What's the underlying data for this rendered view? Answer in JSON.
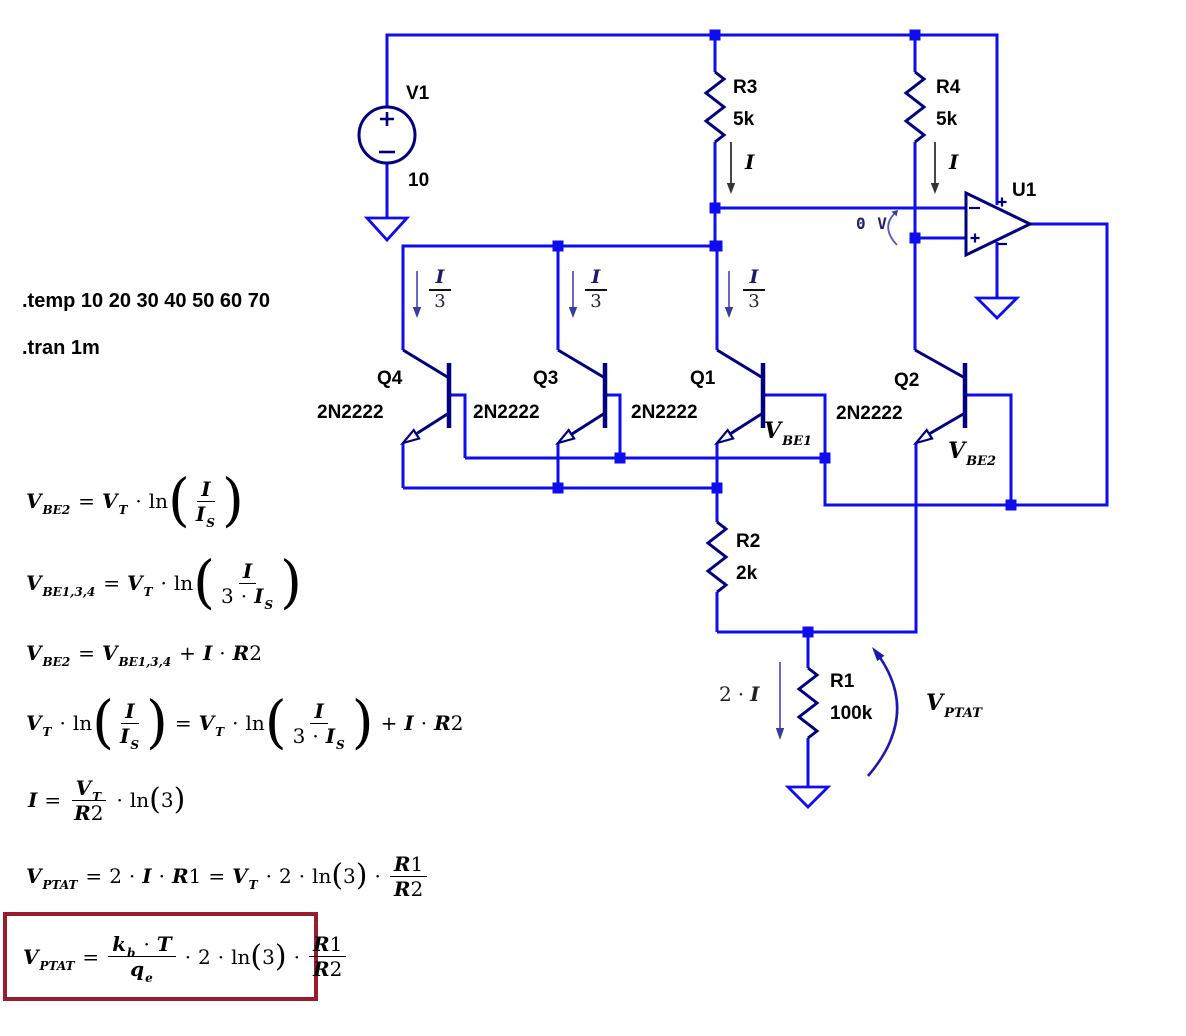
{
  "title": "PTAT reference schematic with derivation",
  "colors": {
    "wire_blue": "#0d0df0",
    "component_navy": "#000080",
    "annotation_slate": "#5858c0",
    "text_black": "#000000",
    "highlight_box_red": "#9b1b2e"
  },
  "directives": {
    "temp": ".temp 10 20 30 40 50 60 70",
    "tran": ".tran 1m"
  },
  "components": {
    "v1": {
      "name": "V1",
      "value": "10"
    },
    "r3": {
      "name": "R3",
      "value": "5k"
    },
    "r4": {
      "name": "R4",
      "value": "5k"
    },
    "r2": {
      "name": "R2",
      "value": "2k"
    },
    "r1": {
      "name": "R1",
      "value": "100k"
    },
    "u1": {
      "name": "U1"
    },
    "q4": {
      "name": "Q4",
      "model": "2N2222"
    },
    "q3": {
      "name": "Q3",
      "model": "2N2222"
    },
    "q1": {
      "name": "Q1",
      "model": "2N2222"
    },
    "q2": {
      "name": "Q2",
      "model": "2N2222"
    }
  },
  "annotations": {
    "i_r3": "I",
    "i_r4": "I",
    "i3_num": "I",
    "i3_den": "3",
    "vbe1": {
      "base": "V",
      "sub": "BE1"
    },
    "vbe2": {
      "base": "V",
      "sub": "BE2"
    },
    "two_i": {
      "coef": "2",
      "dot": "·",
      "var": "I"
    },
    "vptat": {
      "base": "V",
      "sub": "PTAT"
    },
    "zero_v": "0 V"
  },
  "equations": [
    {
      "name": "vbe2-definition",
      "tokens": [
        {
          "v": "V",
          "s": "BE2"
        },
        {
          "o": "="
        },
        {
          "v": "V",
          "s": "T"
        },
        {
          "o": "·"
        },
        {
          "r": "ln"
        },
        {
          "p": {
            "size": "tall",
            "g": [
              {
                "f": {
                  "n": [
                    {
                      "v": "I"
                    }
                  ],
                  "d": [
                    {
                      "v": "I",
                      "s": "S"
                    }
                  ]
                }
              }
            ]
          }
        }
      ]
    },
    {
      "name": "vbe134-definition",
      "tokens": [
        {
          "v": "V",
          "s": "BE1,3,4"
        },
        {
          "o": "="
        },
        {
          "v": "V",
          "s": "T"
        },
        {
          "o": "·"
        },
        {
          "r": "ln"
        },
        {
          "p": {
            "size": "tall",
            "g": [
              {
                "f": {
                  "n": [
                    {
                      "v": "I"
                    }
                  ],
                  "d": [
                    {
                      "r": "3"
                    },
                    {
                      "o": "·"
                    },
                    {
                      "v": "I",
                      "s": "S"
                    }
                  ]
                }
              }
            ]
          }
        }
      ]
    },
    {
      "name": "loop-equation",
      "tokens": [
        {
          "v": "V",
          "s": "BE2"
        },
        {
          "o": "="
        },
        {
          "v": "V",
          "s": "BE1,3,4"
        },
        {
          "o": "+"
        },
        {
          "v": "I"
        },
        {
          "o": "·"
        },
        {
          "v": "R"
        },
        {
          "r": "2"
        }
      ]
    },
    {
      "name": "substituted-equation",
      "tokens": [
        {
          "v": "V",
          "s": "T"
        },
        {
          "o": "·"
        },
        {
          "r": "ln"
        },
        {
          "p": {
            "size": "tall",
            "g": [
              {
                "f": {
                  "n": [
                    {
                      "v": "I"
                    }
                  ],
                  "d": [
                    {
                      "v": "I",
                      "s": "S"
                    }
                  ]
                }
              }
            ]
          }
        },
        {
          "o": "="
        },
        {
          "v": "V",
          "s": "T"
        },
        {
          "o": "·"
        },
        {
          "r": "ln"
        },
        {
          "p": {
            "size": "tall",
            "g": [
              {
                "f": {
                  "n": [
                    {
                      "v": "I"
                    }
                  ],
                  "d": [
                    {
                      "r": "3"
                    },
                    {
                      "o": "·"
                    },
                    {
                      "v": "I",
                      "s": "S"
                    }
                  ]
                }
              }
            ]
          }
        },
        {
          "o": "+"
        },
        {
          "v": "I"
        },
        {
          "o": "·"
        },
        {
          "v": "R"
        },
        {
          "r": "2"
        }
      ]
    },
    {
      "name": "current-solution",
      "tokens": [
        {
          "v": "I"
        },
        {
          "o": "="
        },
        {
          "f": {
            "n": [
              {
                "v": "V",
                "s": "T"
              }
            ],
            "d": [
              {
                "v": "R"
              },
              {
                "r": "2"
              }
            ]
          }
        },
        {
          "o": "·"
        },
        {
          "r": "ln"
        },
        {
          "p": {
            "size": "med",
            "g": [
              {
                "r": "3"
              }
            ]
          }
        }
      ]
    },
    {
      "name": "vptat-expression",
      "tokens": [
        {
          "v": "V",
          "s": "PTAT"
        },
        {
          "o": "="
        },
        {
          "r": "2"
        },
        {
          "o": "·"
        },
        {
          "v": "I"
        },
        {
          "o": "·"
        },
        {
          "v": "R"
        },
        {
          "r": "1"
        },
        {
          "o": "="
        },
        {
          "v": "V",
          "s": "T"
        },
        {
          "o": "·"
        },
        {
          "r": "2"
        },
        {
          "o": "·"
        },
        {
          "r": "ln"
        },
        {
          "p": {
            "size": "med",
            "g": [
              {
                "r": "3"
              }
            ]
          }
        },
        {
          "o": "·"
        },
        {
          "f": {
            "n": [
              {
                "v": "R"
              },
              {
                "r": "1"
              }
            ],
            "d": [
              {
                "v": "R"
              },
              {
                "r": "2"
              }
            ]
          }
        }
      ]
    },
    {
      "name": "vptat-final-boxed",
      "tokens": [
        {
          "v": "V",
          "s": "PTAT"
        },
        {
          "o": "="
        },
        {
          "f": {
            "n": [
              {
                "v": "k",
                "s": "b"
              },
              {
                "o": "·"
              },
              {
                "v": "T"
              }
            ],
            "d": [
              {
                "v": "q",
                "s": "e"
              }
            ]
          }
        },
        {
          "o": "·"
        },
        {
          "r": "2"
        },
        {
          "o": "·"
        },
        {
          "r": "ln"
        },
        {
          "p": {
            "size": "med",
            "g": [
              {
                "r": "3"
              }
            ]
          }
        },
        {
          "o": "·"
        },
        {
          "f": {
            "n": [
              {
                "v": "R"
              },
              {
                "r": "1"
              }
            ],
            "d": [
              {
                "v": "R"
              },
              {
                "r": "2"
              }
            ]
          }
        }
      ]
    }
  ]
}
